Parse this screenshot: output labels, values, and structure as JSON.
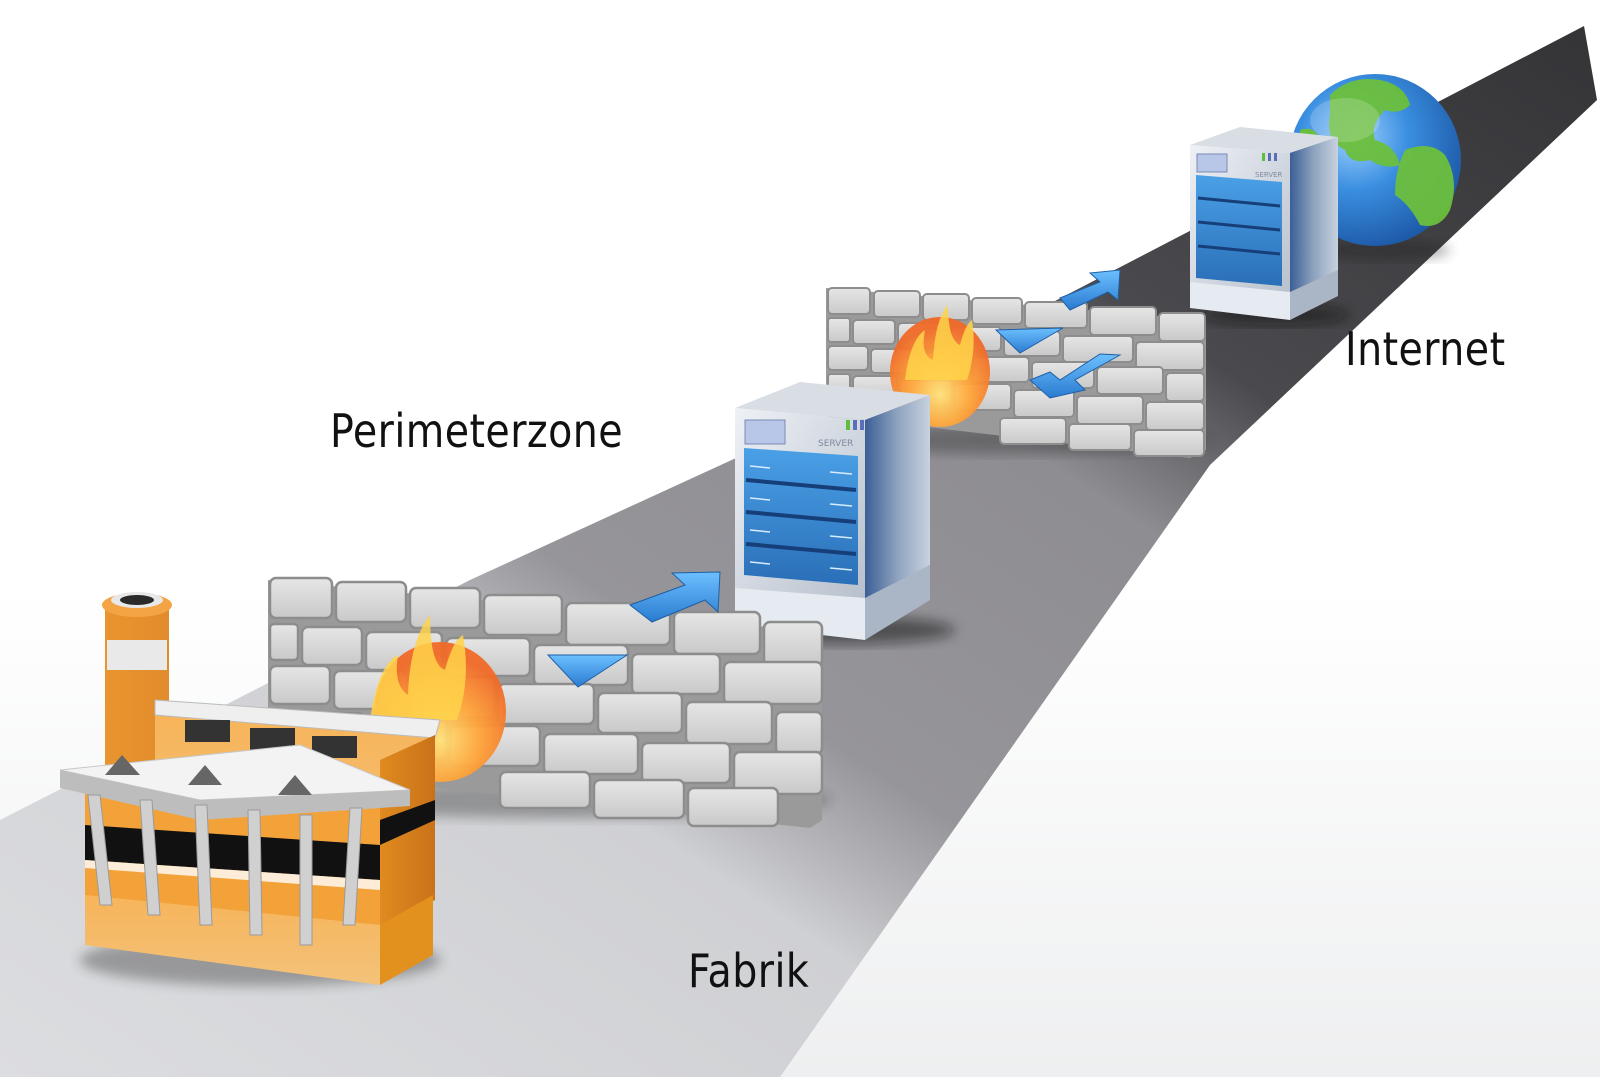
{
  "diagram": {
    "title": "Netzwerk-Zonen: Fabrik – Perimeterzone – Internet",
    "zones": [
      {
        "id": "fabrik",
        "label": "Fabrik",
        "icon": "factory-icon"
      },
      {
        "id": "perimeter",
        "label": "Perimeterzone",
        "icon": "server-icon"
      },
      {
        "id": "internet",
        "label": "Internet",
        "icon": "globe-icon"
      }
    ],
    "firewalls": [
      {
        "id": "firewall-inner",
        "between": [
          "Fabrik",
          "Perimeterzone"
        ],
        "icon": "brick-wall-fire-icon",
        "arrows": [
          "outbound",
          "inbound"
        ]
      },
      {
        "id": "firewall-outer",
        "between": [
          "Perimeterzone",
          "Internet"
        ],
        "icon": "brick-wall-fire-icon",
        "arrows": [
          "outbound",
          "inbound",
          "inbound"
        ]
      }
    ],
    "servers": [
      {
        "id": "server-perimeter",
        "brand_text": "SERVER"
      },
      {
        "id": "server-internet",
        "brand_text": "SERVER"
      }
    ],
    "colors": {
      "road_near": "#d9dadc",
      "road_mid": "#8e8d92",
      "road_far": "#38383b",
      "factory_orange": "#f0a040",
      "server_blue": "#3d8fd6",
      "arrow_blue": "#3a90dc",
      "brick_gray": "#d4d4d4",
      "globe_ocean": "#2f7fd0",
      "globe_land": "#6cbf3c"
    }
  }
}
